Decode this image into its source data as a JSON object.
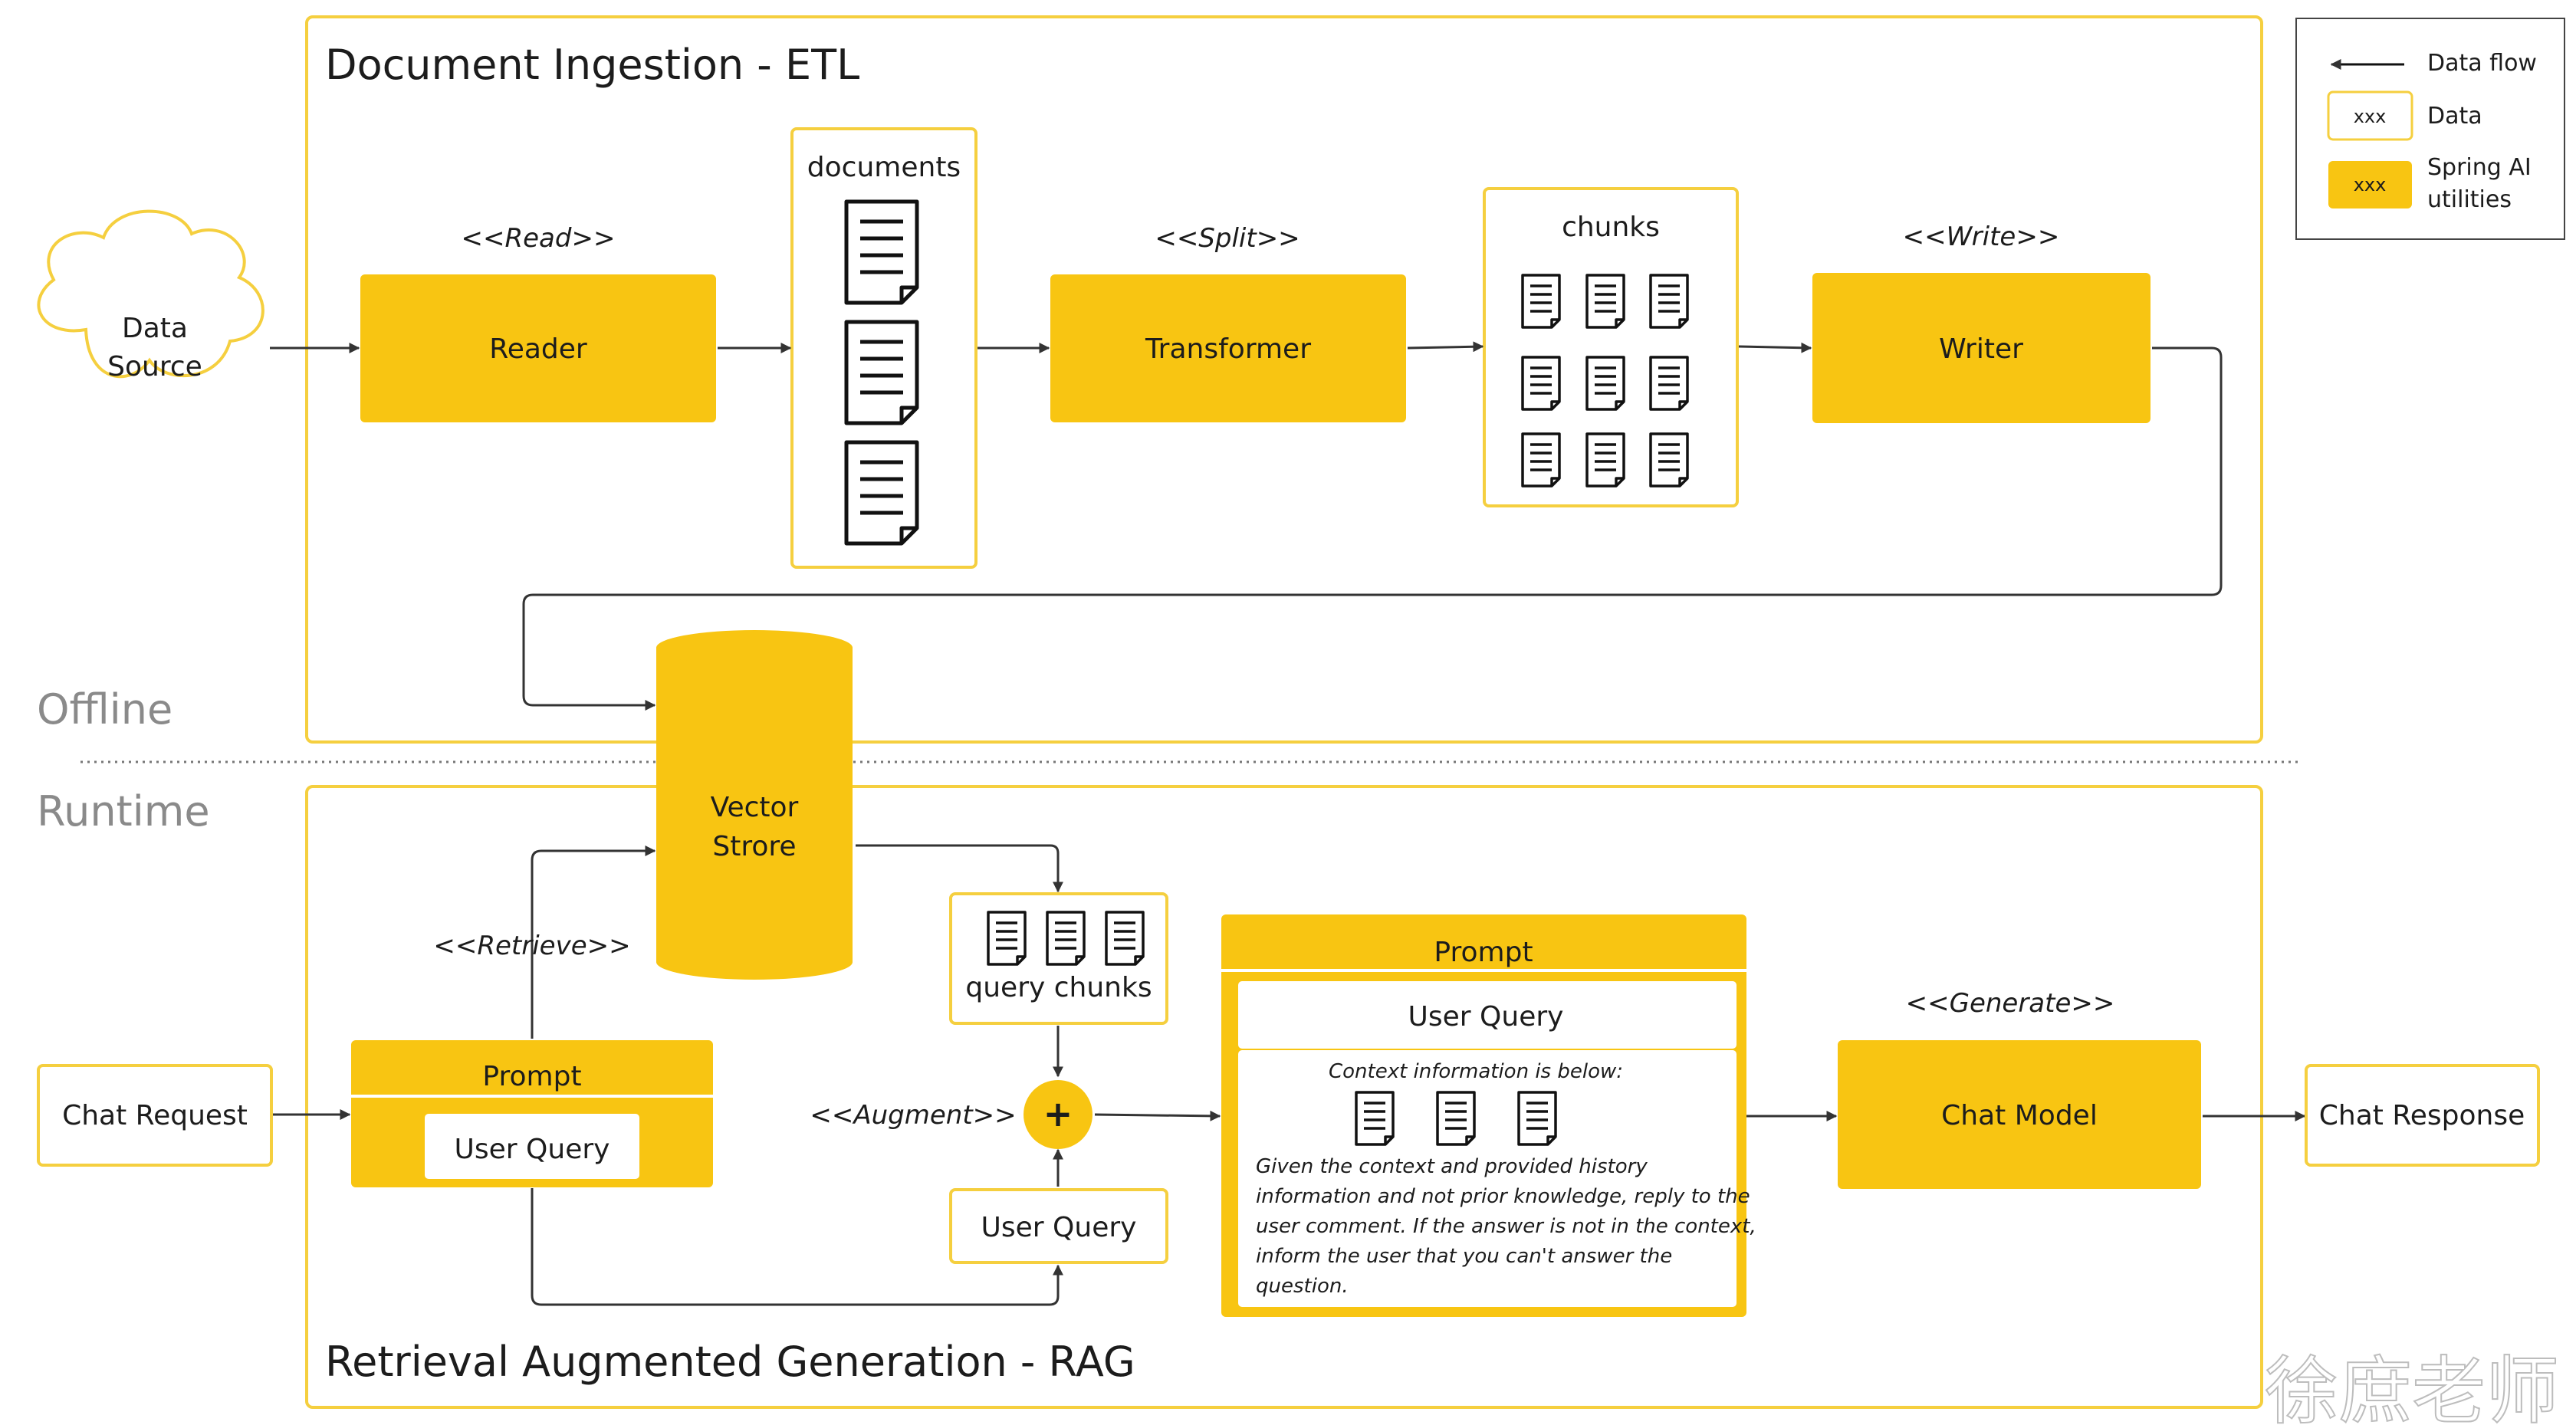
{
  "etl": {
    "title": "Document Ingestion - ETL",
    "data_source": [
      "Data",
      "Source"
    ],
    "reader": {
      "stereotype": "<<Read>>",
      "label": "Reader"
    },
    "documents_label": "documents",
    "transformer": {
      "stereotype": "<<Split>>",
      "label": "Transformer"
    },
    "chunks_label": "chunks",
    "writer": {
      "stereotype": "<<Write>>",
      "label": "Writer"
    }
  },
  "sections": {
    "offline": "Offline",
    "runtime": "Runtime"
  },
  "vector_store": [
    "Vector",
    "Strore"
  ],
  "rag": {
    "title": "Retrieval Augmented Generation - RAG",
    "chat_request": "Chat Request",
    "retrieve_stereotype": "<<Retrieve>>",
    "prompt_small": {
      "title": "Prompt",
      "query": "User Query"
    },
    "query_chunks_label": "query chunks",
    "augment_stereotype": "<<Augment>>",
    "plus_symbol": "+",
    "user_query_box": "User Query",
    "prompt_large": {
      "title": "Prompt",
      "query": "User Query",
      "context_heading": "Context information is below:",
      "instructions": [
        "Given the context and provided history",
        "information and not prior knowledge, reply to the",
        "user comment. If the answer is not in the context,",
        "inform the user that you can't answer the",
        "question."
      ]
    },
    "generate_stereotype": "<<Generate>>",
    "chat_model": "Chat Model",
    "chat_response": "Chat Response"
  },
  "legend": {
    "data_flow": "Data flow",
    "data_sample": "xxx",
    "data": "Data",
    "util_sample": "xxx",
    "spring_ai": [
      "Spring AI",
      "utilities"
    ]
  },
  "watermark": "徐庶老师",
  "colors": {
    "accent": "#F8C512",
    "border": "#F5CF3F",
    "line": "#333333",
    "section": "#8a8a8a"
  }
}
